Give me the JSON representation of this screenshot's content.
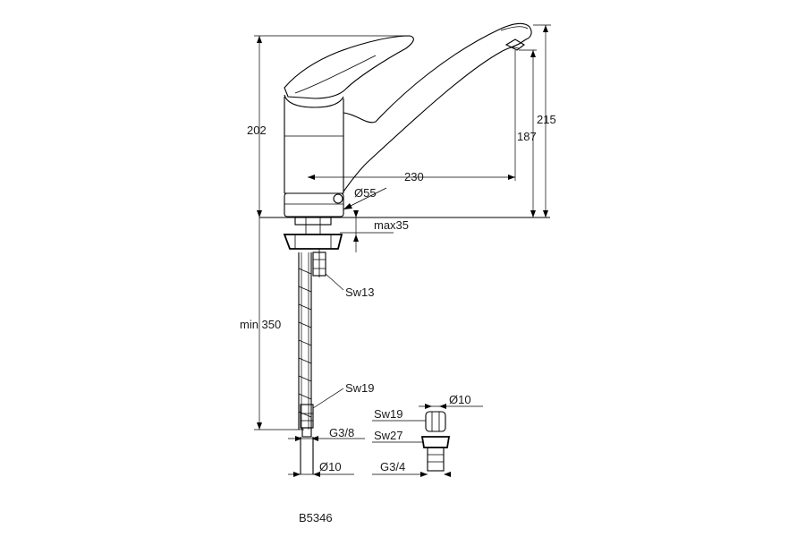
{
  "drawing": {
    "code": "B5346",
    "dimensions": {
      "height_202": "202",
      "height_215": "215",
      "height_187": "187",
      "reach_230": "230",
      "base_diameter": "Ø55",
      "max_thickness": "max35",
      "min_hose": "min 350",
      "sw13": "Sw13",
      "sw19": "Sw19",
      "g38": "G3/8",
      "d10": "Ø10",
      "detail_d10": "Ø10",
      "detail_sw19": "Sw19",
      "detail_sw27": "Sw27",
      "detail_g34": "G3/4"
    }
  }
}
